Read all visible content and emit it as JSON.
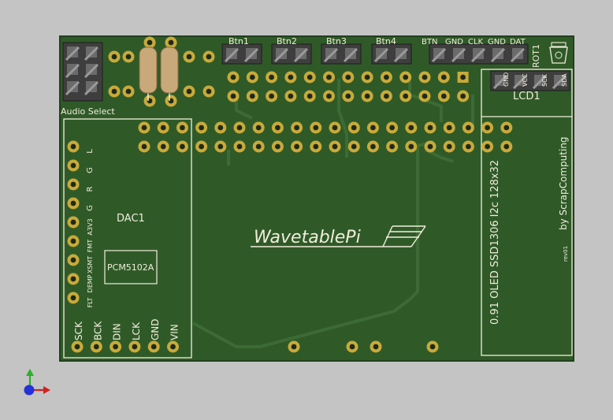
{
  "board": {
    "colors": {
      "background": "#c4c4c4",
      "pcb": "#2f5a28",
      "pcb_edge": "#223f1d",
      "trace": "#3c6b34",
      "silk": "#f2eddc",
      "pad": "#c8aa3a",
      "hole": "#1e2a18",
      "header_body": "#3e3e3e",
      "resistor": "#c9a87a"
    },
    "title": "WavetablePi",
    "byline": "by ScrapComputing",
    "revision": "rev01"
  },
  "labels": {
    "audio_select": "Audio Select",
    "dac_ref": "DAC1",
    "dac_ic": "PCM5102A",
    "lcd_ref": "LCD1",
    "lcd_desc": "0.91  OLED  SSD1306  I2c  128x32",
    "rot_ref": "ROT1",
    "buttons": [
      "Btn1",
      "Btn2",
      "Btn3",
      "Btn4"
    ],
    "rotary_pins": [
      "BTN",
      "GND",
      "CLK",
      "GND",
      "DAT"
    ],
    "lcd_pins": [
      "GND",
      "VCC",
      "SCK",
      "SDA"
    ],
    "dac_left_pins": [
      "L",
      "G",
      "R",
      "G",
      "A3V3",
      "FMT",
      "XSMT",
      "DEMP",
      "FLT"
    ],
    "dac_bottom_pins": [
      "SCK",
      "BCK",
      "DIN",
      "LCK",
      "GND",
      "VIN"
    ]
  },
  "axes": {
    "icon": "xyz-axis-icon"
  }
}
